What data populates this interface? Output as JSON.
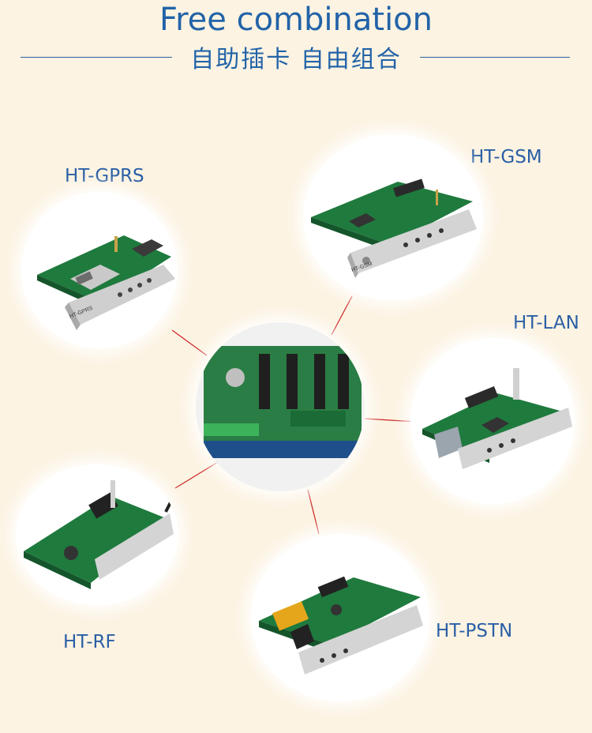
{
  "header": {
    "title": "Free combination",
    "subtitle": "自助插卡 自由组合"
  },
  "modules": [
    {
      "label": "HT-GPRS",
      "silk": "HT-GPRS"
    },
    {
      "label": "HT-GSM",
      "silk": "HT-GSM"
    },
    {
      "label": "HT-LAN"
    },
    {
      "label": "HT-RF"
    },
    {
      "label": "HT-PSTN"
    }
  ],
  "colors": {
    "background": "#fcf3e2",
    "accent": "#2263a8",
    "connector": "#cc2222",
    "pcb": "#1f7a3d"
  }
}
